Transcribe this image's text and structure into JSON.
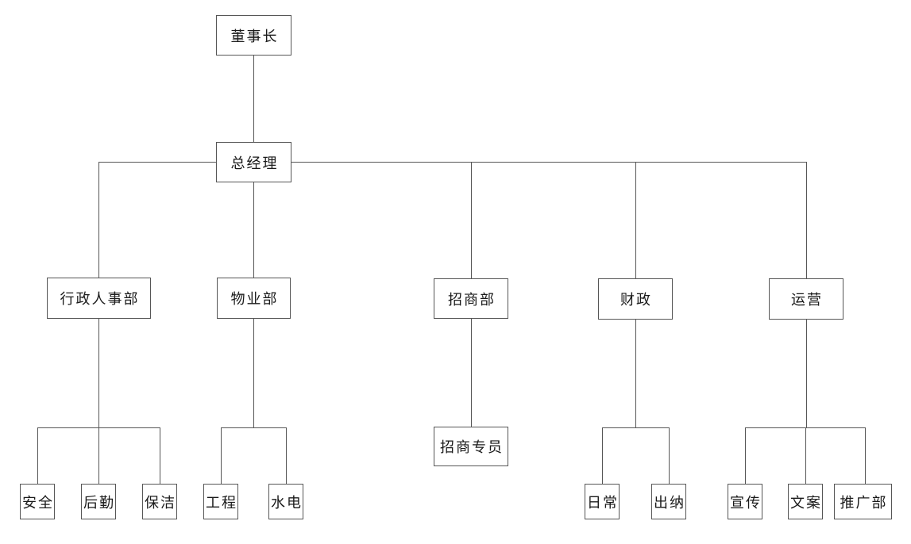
{
  "diagram": {
    "type": "org-chart",
    "background_color": "#ffffff",
    "line_color": "#565656",
    "box_border_color": "#565656",
    "text_color": "#1a1a1a"
  },
  "nodes": {
    "chairman": {
      "label": "董事长"
    },
    "general_manager": {
      "label": "总经理"
    },
    "admin_hr": {
      "label": "行政人事部"
    },
    "property": {
      "label": "物业部"
    },
    "investment": {
      "label": "招商部"
    },
    "finance": {
      "label": "财政"
    },
    "operations": {
      "label": "运营"
    },
    "security": {
      "label": "安全"
    },
    "logistics": {
      "label": "后勤"
    },
    "cleaning": {
      "label": "保洁"
    },
    "engineering": {
      "label": "工程"
    },
    "water_electricity": {
      "label": "水电"
    },
    "investment_specialist": {
      "label": "招商专员"
    },
    "daily": {
      "label": "日常"
    },
    "cashier": {
      "label": "出纳"
    },
    "publicity": {
      "label": "宣传"
    },
    "copywriting": {
      "label": "文案"
    },
    "promotion": {
      "label": "推广部"
    }
  },
  "edges": [
    [
      "chairman",
      "general_manager"
    ],
    [
      "general_manager",
      "admin_hr"
    ],
    [
      "general_manager",
      "property"
    ],
    [
      "general_manager",
      "investment"
    ],
    [
      "general_manager",
      "finance"
    ],
    [
      "general_manager",
      "operations"
    ],
    [
      "admin_hr",
      "security"
    ],
    [
      "admin_hr",
      "logistics"
    ],
    [
      "admin_hr",
      "cleaning"
    ],
    [
      "property",
      "engineering"
    ],
    [
      "property",
      "water_electricity"
    ],
    [
      "investment",
      "investment_specialist"
    ],
    [
      "finance",
      "daily"
    ],
    [
      "finance",
      "cashier"
    ],
    [
      "operations",
      "publicity"
    ],
    [
      "operations",
      "copywriting"
    ],
    [
      "operations",
      "promotion"
    ]
  ]
}
